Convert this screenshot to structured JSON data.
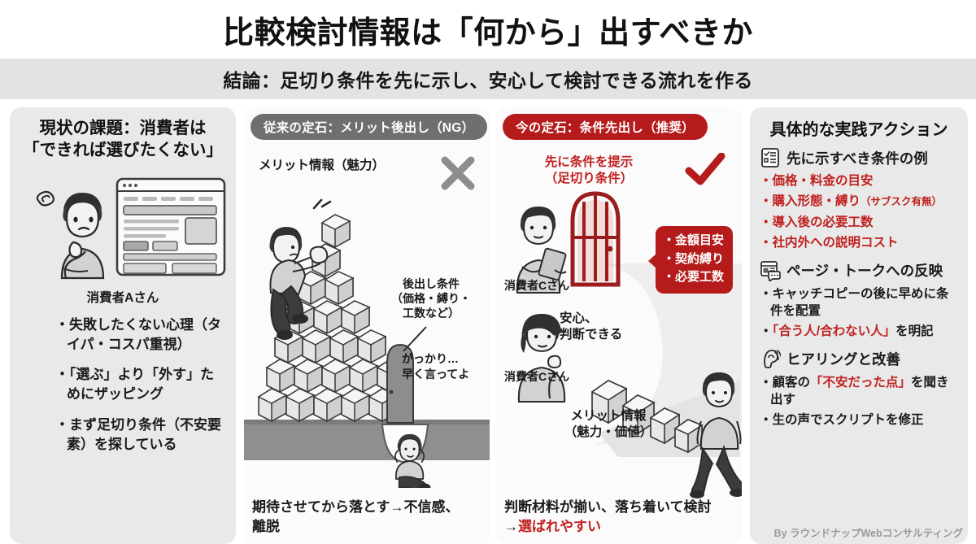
{
  "header": {
    "title": "比較検討情報は「何から」出すべきか",
    "subtitle": "結論：足切り条件を先に示し、安心して検討できる流れを作る"
  },
  "left_panel": {
    "heading_line1": "現状の課題：消費者は",
    "heading_line2": "「できれば選びたくない」",
    "person_caption": "消費者Aさん",
    "bullets": [
      "失敗したくない心理（タイパ・コスパ重視）",
      "「選ぶ」より「外す」ためにザッピング",
      "まず足切り条件（不安要素）を探している"
    ]
  },
  "middle_left": {
    "badge": "従来の定石：メリット後出し（NG）",
    "mark": "x-mark",
    "top_label": "メリット情報（魅力）",
    "side_label_line1": "後出し条件",
    "side_label_line2": "（価格・縛り・",
    "side_label_line3": "工数など）",
    "pit_label_line1": "がっかり…",
    "pit_label_line2": "早く言ってよ",
    "footer_line1": "期待させてから落とす→不信感、",
    "footer_line2": "離脱"
  },
  "middle_right": {
    "badge": "今の定石：条件先出し（推奨）",
    "mark": "check-mark",
    "top_label_line1": "先に条件を提示",
    "top_label_line2": "（足切り条件）",
    "gate_conditions": [
      "金額目安",
      "契約縛り",
      "必要工数"
    ],
    "person_caption_top": "消費者Cさん",
    "person_caption_bottom": "消費者Cさん",
    "relief_line1": "安心、",
    "relief_line2": "判断できる",
    "merit_line1": "メリット情報",
    "merit_line2": "（魅力・価値）",
    "footer_line1": "判断材料が揃い、落ち着いて検討",
    "footer_arrow": "→",
    "footer_red": "選ばれやすい"
  },
  "right_panel": {
    "heading": "具体的な実践アクション",
    "sections": [
      {
        "icon": "checklist-icon",
        "title": "先に示すべき条件の例",
        "items": [
          {
            "text": "価格・料金の目安",
            "red": true,
            "note": ""
          },
          {
            "text": "購入形態・縛り",
            "red": true,
            "note": "（サブスク有無）"
          },
          {
            "text": "導入後の必要工数",
            "red": true,
            "note": ""
          },
          {
            "text": "社内外への説明コスト",
            "red": true,
            "note": ""
          }
        ]
      },
      {
        "icon": "page-talk-icon",
        "title": "ページ・トークへの反映",
        "items": [
          {
            "text": "キャッチコピーの後に早めに条件を配置",
            "red": false,
            "note": ""
          },
          {
            "text": "「合う人/合わない人」を明記",
            "red": false,
            "note": "",
            "partial_red": "「合う人/合わない人」"
          }
        ]
      },
      {
        "icon": "ear-icon",
        "title": "ヒアリングと改善",
        "items": [
          {
            "text": "顧客の「不安だった点」を聞き出す",
            "red": false,
            "note": "",
            "partial_red": "「不安だった点」"
          },
          {
            "text": "生の声でスクリプトを修正",
            "red": false,
            "note": ""
          }
        ]
      }
    ]
  },
  "footer": {
    "credit": "By ラウンドナップWebコンサルティング"
  },
  "colors": {
    "accent_red": "#b51b1b",
    "text_red": "#c0201f",
    "panel_gray": "#e9e9e9",
    "badge_gray": "#6f6f6f",
    "subtitle_band": "#e3e3e3"
  }
}
